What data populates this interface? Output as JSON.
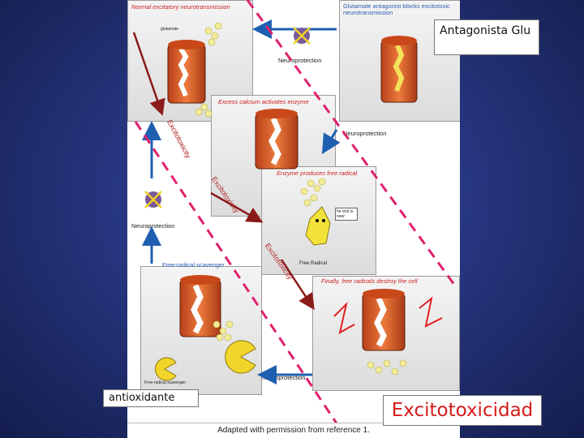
{
  "slide": {
    "background_color": "#26357e",
    "callouts": {
      "antagonist": "Antagonista Glu",
      "antioxidant": "antioxidante",
      "excitotoxicity": "Excitotoxicidad"
    }
  },
  "figure": {
    "panels": {
      "normal": {
        "title": "Normal excitatory neurotransmission",
        "sublabel": "glutamate"
      },
      "antagonist": {
        "title": "Glutamate antagonist blocks excitotoxic neurotransmission"
      },
      "calcium": {
        "title": "Excess calcium activates enzyme"
      },
      "enzyme": {
        "title": "Enzyme produces free radical",
        "free_radical_label": "Free Radical",
        "speech": "he end is near"
      },
      "destroy": {
        "title": "Finally, free radicals destroy the cell"
      },
      "scavenger": {
        "title": "Free-radical scavenger",
        "sublabel": "Free-radical scavenger"
      }
    },
    "step_labels": {
      "neuroprotection_1": "Neuroprotection",
      "neuroprotection_2": "Neuroprotection",
      "neuroprotection_3": "Neuroprotection",
      "neuroprotection_4": "Neuroprotection",
      "excitotoxicity_1": "Excitotoxicity",
      "excitotoxicity_2": "Excitotoxicity",
      "excitotoxicity_3": "Excitotoxicity"
    },
    "credit": "Adapted with permission from reference 1.",
    "colors": {
      "dashed_line": "#e0206e",
      "arrow_blue": "#1f5fb0",
      "arrow_red": "#8b1a1a",
      "channel_orange": "#d9531e",
      "ion_yellow": "#f3ec9a",
      "title_red": "#cc1f1f"
    }
  }
}
